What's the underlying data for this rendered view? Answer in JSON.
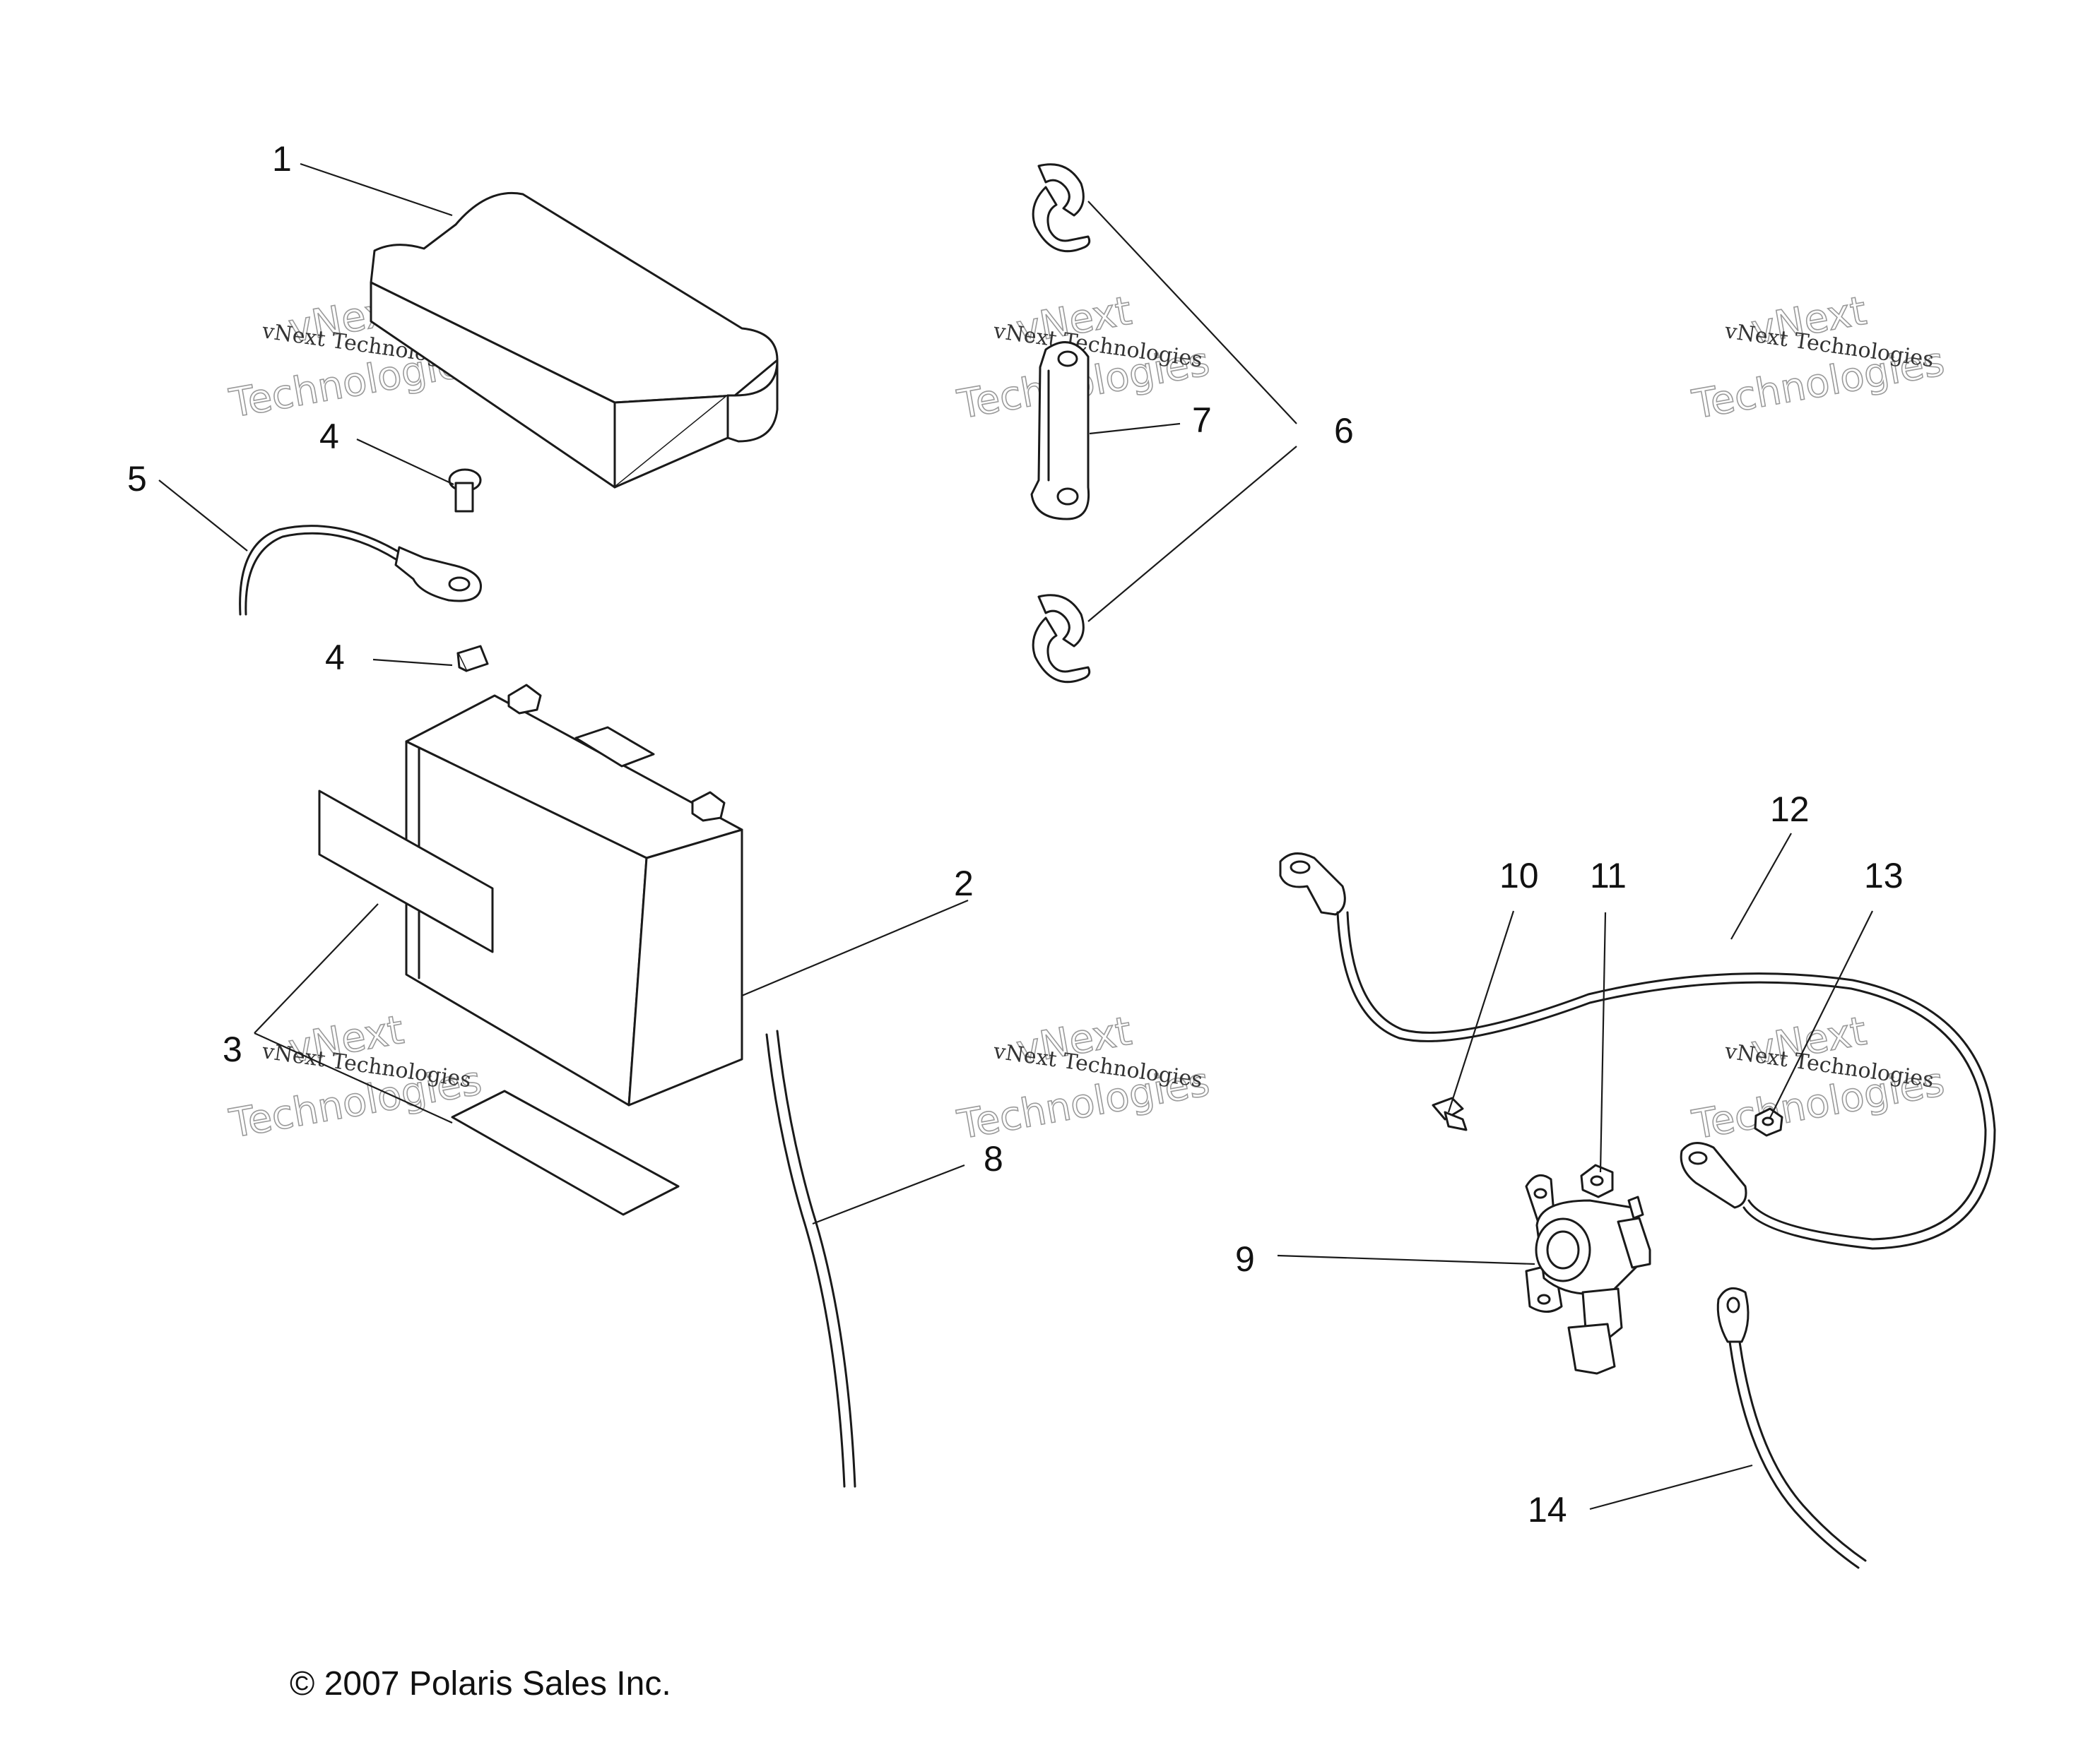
{
  "diagram": {
    "callouts": [
      {
        "id": "1",
        "label": "1"
      },
      {
        "id": "2",
        "label": "2"
      },
      {
        "id": "3",
        "label": "3"
      },
      {
        "id": "4a",
        "label": "4"
      },
      {
        "id": "4b",
        "label": "4"
      },
      {
        "id": "5",
        "label": "5"
      },
      {
        "id": "6",
        "label": "6"
      },
      {
        "id": "7",
        "label": "7"
      },
      {
        "id": "8",
        "label": "8"
      },
      {
        "id": "9",
        "label": "9"
      },
      {
        "id": "10",
        "label": "10"
      },
      {
        "id": "11",
        "label": "11"
      },
      {
        "id": "12",
        "label": "12"
      },
      {
        "id": "13",
        "label": "13"
      },
      {
        "id": "14",
        "label": "14"
      }
    ],
    "copyright": "© 2007 Polaris Sales Inc.",
    "watermark": {
      "line1": "vNext Technologies",
      "line2": "vNext",
      "line3": "Technologies"
    },
    "colors": {
      "ink": "#1a1a1a",
      "watermark": "#9a9a9a",
      "background": "#ffffff"
    }
  }
}
